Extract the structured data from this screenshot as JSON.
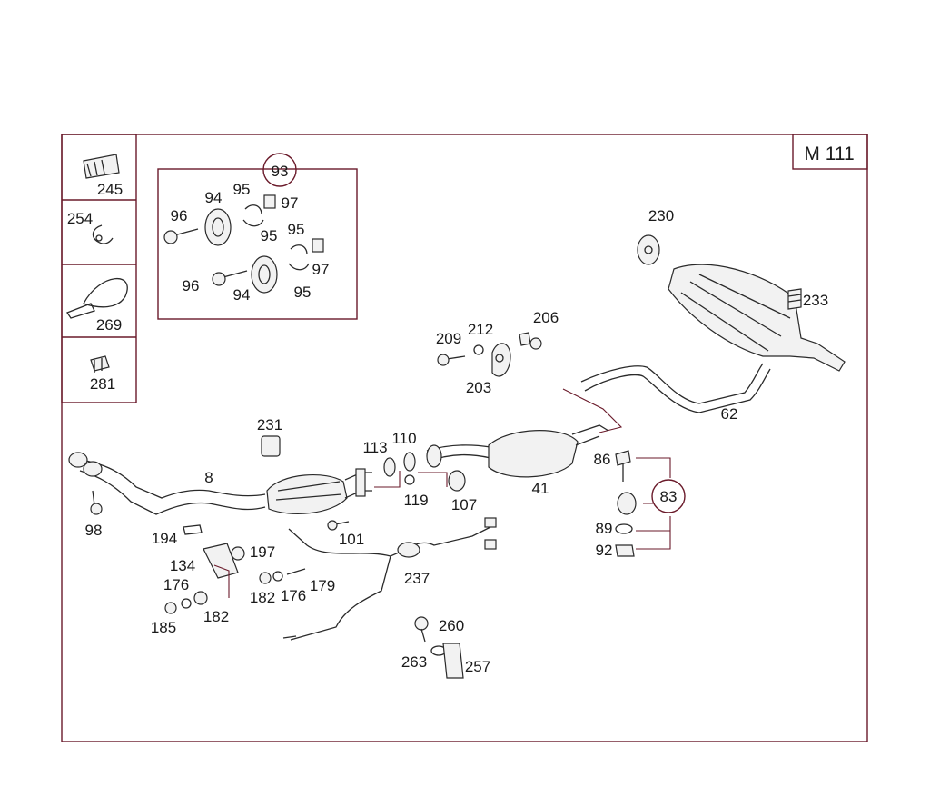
{
  "diagram": {
    "engine_code": "M 111",
    "sidebar_parts": [
      "245",
      "254",
      "269",
      "281"
    ],
    "inset": {
      "group_ref": "93",
      "labels": [
        "94",
        "95",
        "97",
        "96",
        "95",
        "95",
        "97",
        "96",
        "94",
        "95"
      ]
    },
    "part_numbers": {
      "p230": "230",
      "p233": "233",
      "p206": "206",
      "p212": "212",
      "p209": "209",
      "p203": "203",
      "p62": "62",
      "p231": "231",
      "p113": "113",
      "p110": "110",
      "p119": "119",
      "p107": "107",
      "p41": "41",
      "p86": "86",
      "p83": "83",
      "p89": "89",
      "p92": "92",
      "p8": "8",
      "p98": "98",
      "p194": "194",
      "p197": "197",
      "p134": "134",
      "p176a": "176",
      "p182a": "182",
      "p176b": "176",
      "p179": "179",
      "p185": "185",
      "p182b": "182",
      "p101": "101",
      "p237": "237",
      "p260": "260",
      "p263": "263",
      "p257": "257"
    }
  }
}
